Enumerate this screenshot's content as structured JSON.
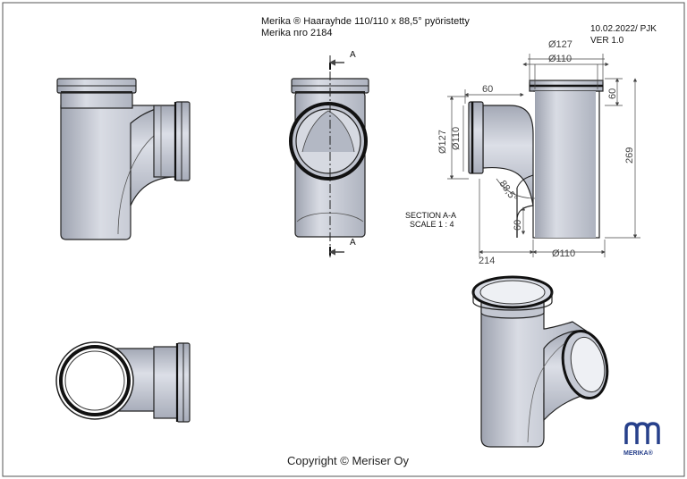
{
  "header": {
    "title_line1": "Merika ® Haarayhde 110/110 x 88,5° pyöristetty",
    "title_line2": "Merika nro  2184",
    "date_author": "10.02.2022/ PJK",
    "version": "VER 1.0"
  },
  "section": {
    "label": "SECTION A-A",
    "scale": "SCALE 1 : 4",
    "cut_marker": "A"
  },
  "dimensions": {
    "d127_top": "Ø127",
    "d110_top": "Ø110",
    "len60_top_left": "60",
    "len60_right": "60",
    "d127_side": "Ø127",
    "d110_side": "Ø110",
    "len269": "269",
    "angle": "88,5°",
    "len60_bottom": "60",
    "len214": "214",
    "d110_bottom": "Ø110"
  },
  "footer": {
    "copyright": "Copyright © Meriser Oy",
    "logo_text": "MERIKA®"
  },
  "colors": {
    "pipe_fill": "#c9cdd8",
    "pipe_shadow": "#a6abb8",
    "outline": "#222222",
    "seal": "#1a1a1a",
    "logo": "#27408b"
  }
}
